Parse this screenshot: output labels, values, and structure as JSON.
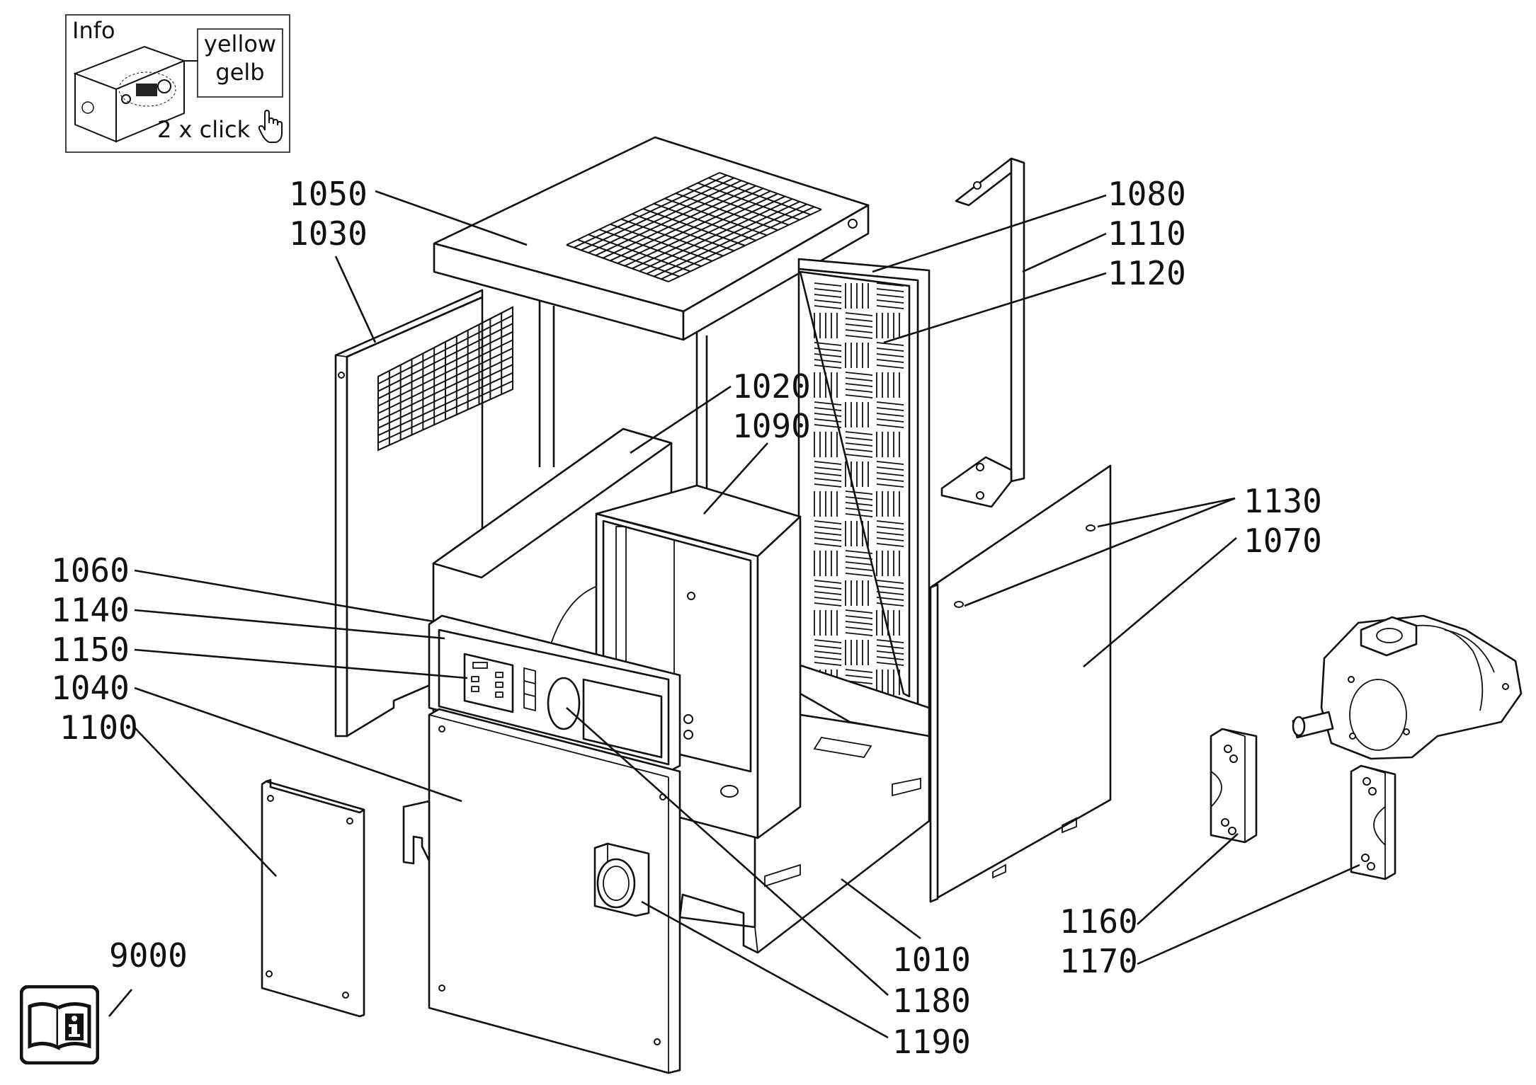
{
  "info_panel": {
    "title": "Info",
    "legend_line1": "yellow",
    "legend_line2": "gelb",
    "click_hint": "2 x click"
  },
  "manual": {
    "label": "9000",
    "icon": "manual-info-icon"
  },
  "parts": {
    "p1010": "1010",
    "p1020": "1020",
    "p1030": "1030",
    "p1040": "1040",
    "p1050": "1050",
    "p1060": "1060",
    "p1070": "1070",
    "p1080": "1080",
    "p1090": "1090",
    "p1100": "1100",
    "p1110": "1110",
    "p1120": "1120",
    "p1130": "1130",
    "p1140": "1140",
    "p1150": "1150",
    "p1160": "1160",
    "p1170": "1170",
    "p1180": "1180",
    "p1190": "1190",
    "p9000": "9000"
  }
}
